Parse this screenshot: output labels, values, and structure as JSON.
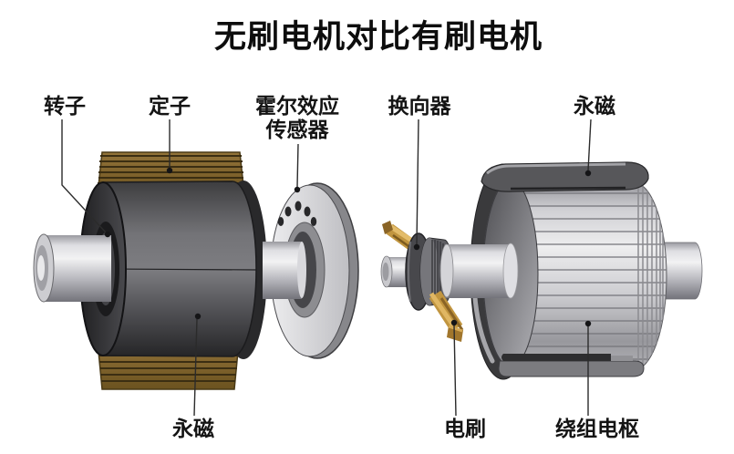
{
  "title": "无刷电机对比有刷电机",
  "brushless_motor": {
    "labels": {
      "rotor": "转子",
      "stator": "定子",
      "hall_sensor_line1": "霍尔效应",
      "hall_sensor_line2": "传感器",
      "permanent_magnet": "永磁"
    }
  },
  "brushed_motor": {
    "labels": {
      "commutator": "换向器",
      "permanent_magnet": "永磁",
      "brush": "电刷",
      "wound_armature": "绕组电枢"
    }
  },
  "colors": {
    "background": "#ffffff",
    "text": "#141414",
    "winding_copper": "#84662a",
    "winding_stripe": "#3b2e12",
    "brush_gold": "#c1953f",
    "rotor_body_gray": "#5a5a5e",
    "armature_silver": "#d2d2d6",
    "magnet_gray": "#57575a",
    "leader_line": "#2b2b2b"
  }
}
